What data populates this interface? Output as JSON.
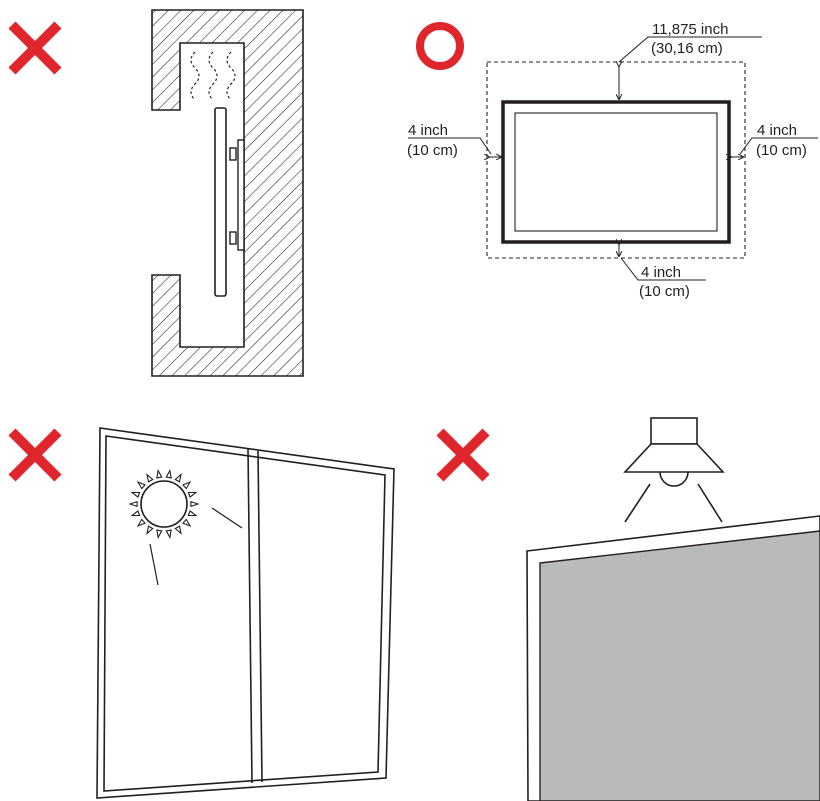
{
  "colors": {
    "x_mark": "#e0262d",
    "o_mark": "#e0262d",
    "line": "#231f20",
    "screen_fill": "#b9babc"
  },
  "panels": {
    "wall_recess": {
      "status_icon": "x-icon"
    },
    "clearance": {
      "status_icon": "circle-icon",
      "top_inch": "11,875 inch",
      "top_cm": "(30,16 cm)",
      "left_inch": "4 inch",
      "left_cm": "(10 cm)",
      "right_inch": "4 inch",
      "right_cm": "(10 cm)",
      "bottom_inch": "4 inch",
      "bottom_cm": "(10 cm)"
    },
    "sunlight": {
      "status_icon": "x-icon"
    },
    "overhead_light": {
      "status_icon": "x-icon"
    }
  }
}
